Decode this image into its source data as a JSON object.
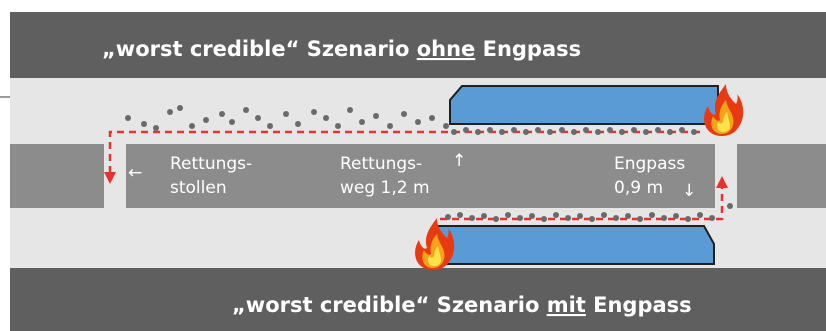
{
  "top_banner": {
    "prefix": "„worst credible“ Szenario ",
    "underlined": "ohne",
    "suffix": " Engpass"
  },
  "bottom_banner": {
    "prefix": "„worst credible“ Szenario ",
    "underlined": "mit",
    "suffix": " Engpass"
  },
  "labels": {
    "rettungsstollen_line1": "Rettungs-",
    "rettungsstollen_line2": "stollen",
    "rettungsweg_line1": "Rettungs-",
    "rettungsweg_line2": "weg 1,2 m",
    "engpass_line1": "Engpass",
    "engpass_line2": "0,9 m"
  },
  "icons": {
    "arrow_left": "←",
    "arrow_up": "↑",
    "arrow_down": "↓",
    "fire_top": "fire-icon",
    "fire_bottom": "fire-icon"
  },
  "colors": {
    "banner": "#5f5f5f",
    "corridor": "#e6e6e6",
    "middle_band": "#8c8c8c",
    "train": "#5b9bd5",
    "evac_route": "#e8322f",
    "people": "#6a6a6a"
  }
}
